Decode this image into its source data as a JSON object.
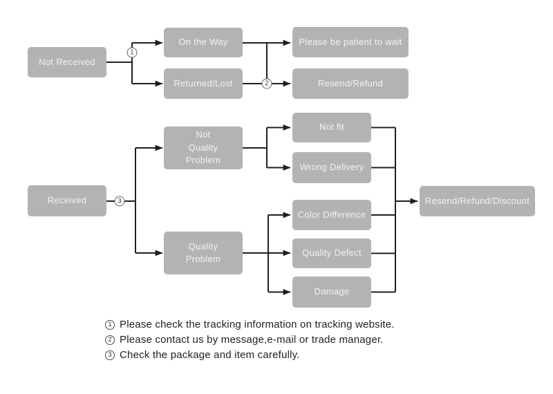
{
  "flowchart": {
    "nodes": {
      "not_received": {
        "label": "Not Received"
      },
      "on_the_way": {
        "label": "On the Way"
      },
      "returned_lost": {
        "label": "Returned/Lost"
      },
      "please_wait": {
        "label": "Please be patient to wait"
      },
      "resend_refund": {
        "label": "Resend/Refund"
      },
      "received": {
        "label": "Received"
      },
      "not_quality_problem": {
        "label": "Not\nQuality\nProblem"
      },
      "quality_problem": {
        "label": "Quality\nProblem"
      },
      "not_fit": {
        "label": "Not fit"
      },
      "wrong_delivery": {
        "label": "Wrong Delivery"
      },
      "color_difference": {
        "label": "Color Difference"
      },
      "quality_defect": {
        "label": "Quality Defect"
      },
      "damage": {
        "label": "Damage"
      },
      "resend_refund_discount": {
        "label": "Resend/Refund/Discount"
      }
    },
    "markers": [
      {
        "label": "1"
      },
      {
        "label": "2"
      },
      {
        "label": "3"
      }
    ],
    "edges": [
      {
        "from": "Not Received",
        "to": "On the Way",
        "via": "1"
      },
      {
        "from": "Not Received",
        "to": "Returned/Lost",
        "via": "1"
      },
      {
        "from": "On the Way",
        "to": "Please be patient to wait"
      },
      {
        "from": "On the Way",
        "to": "Resend/Refund",
        "via": "2"
      },
      {
        "from": "Returned/Lost",
        "to": "Resend/Refund",
        "via": "2"
      },
      {
        "from": "Received",
        "to": "Not Quality Problem",
        "via": "3"
      },
      {
        "from": "Received",
        "to": "Quality Problem",
        "via": "3"
      },
      {
        "from": "Not Quality Problem",
        "to": "Not fit"
      },
      {
        "from": "Not Quality Problem",
        "to": "Wrong Delivery"
      },
      {
        "from": "Quality Problem",
        "to": "Color Difference"
      },
      {
        "from": "Quality Problem",
        "to": "Quality Defect"
      },
      {
        "from": "Quality Problem",
        "to": "Damage"
      },
      {
        "from": "Not fit",
        "to": "Resend/Refund/Discount"
      },
      {
        "from": "Wrong Delivery",
        "to": "Resend/Refund/Discount"
      },
      {
        "from": "Color Difference",
        "to": "Resend/Refund/Discount"
      },
      {
        "from": "Quality Defect",
        "to": "Resend/Refund/Discount"
      },
      {
        "from": "Damage",
        "to": "Resend/Refund/Discount"
      }
    ]
  },
  "notes": [
    {
      "marker": "1",
      "text": "Please check the tracking information on tracking website."
    },
    {
      "marker": "2",
      "text": "Please contact us by message,e-mail or trade manager."
    },
    {
      "marker": "3",
      "text": "Check the package and item carefully."
    }
  ],
  "colors": {
    "background": "#ffffff",
    "node_fill": "#b3b3b3",
    "node_text": "#f3f3f3",
    "connector": "#1f1f1f",
    "marker_border": "#616161"
  }
}
